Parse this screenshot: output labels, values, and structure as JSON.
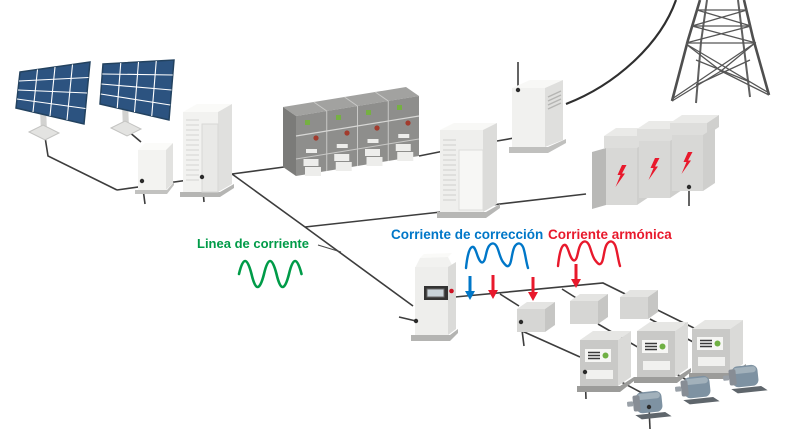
{
  "diagram": {
    "background": "#FFFFFF",
    "labels": {
      "line_current": {
        "text": "Linea de corriente",
        "color": "#009B48"
      },
      "correction_current": {
        "text": "Corriente de corrección",
        "color": "#0077C8"
      },
      "harmonic_current": {
        "text": "Corriente armónica",
        "color": "#E8192C"
      }
    },
    "colors": {
      "wire": "#3D3D3D",
      "solar_panel_blue": "#2C5380",
      "switchgear_gray": "#8E8E8C",
      "cabinet_light": "#EFEFED",
      "transformer_gray": "#D8D8D6",
      "lightning_bolt_red": "#E8192C",
      "green_indicator": "#76B043",
      "red_indicator": "#A23B2D",
      "motor_blue_gray": "#7E92A2",
      "tower_gray": "#4F4F4F"
    },
    "icons": {
      "solar-panel-icon": "blue tilted grid panel",
      "lightning-bolt-icon": "red bolt on transformers",
      "sine-wave-icon": "green clean sine wave",
      "distorted-wave-blue-icon": "blue correction-current waveform",
      "distorted-wave-red-icon": "red harmonic-current waveform",
      "down-arrow-icon": "current injection arrows (1 blue, 3 red)",
      "status-led-icon": "green squares / red dots on switchgear and drives",
      "display-screen-icon": "dark display on active harmonic filter"
    },
    "arrow_counts": {
      "blue": 1,
      "red": 3
    }
  }
}
